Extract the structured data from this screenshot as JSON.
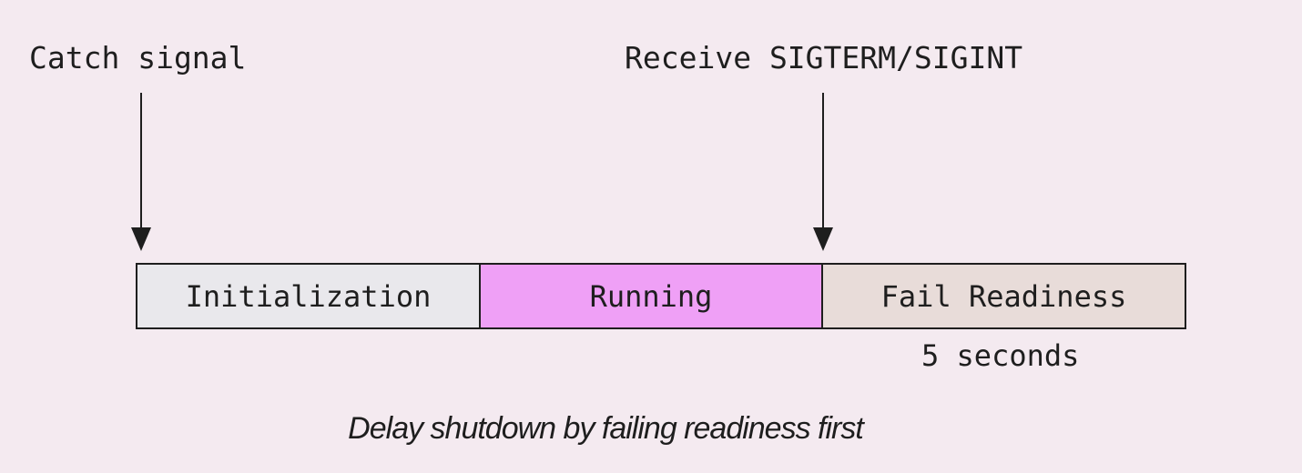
{
  "annotations": {
    "catch_signal": "Catch signal",
    "receive_signal": "Receive SIGTERM/SIGINT"
  },
  "timeline": {
    "segments": [
      {
        "label": "Initialization",
        "color": "#e9e8ec"
      },
      {
        "label": "Running",
        "color": "#efa0f6"
      },
      {
        "label": "Fail Readiness",
        "color": "#e8dcd9"
      }
    ],
    "duration_label": "5 seconds"
  },
  "caption": "Delay shutdown by failing readiness first"
}
